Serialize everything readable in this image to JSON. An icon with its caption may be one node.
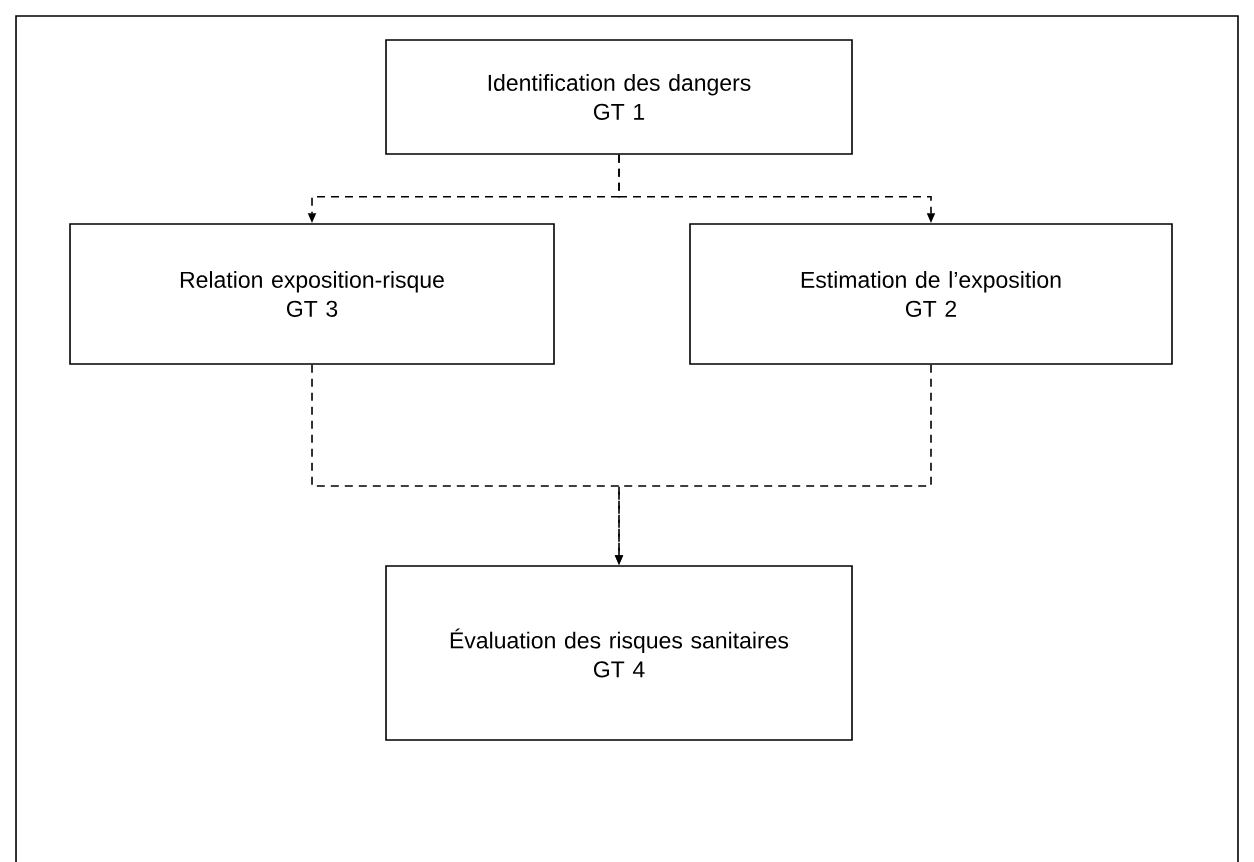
{
  "diagram": {
    "nodes": [
      {
        "text": [
          "Identification des dangers",
          "GT 1"
        ]
      },
      {
        "text": [
          "Relation exposition-risque",
          "GT 3"
        ]
      },
      {
        "text": [
          "Estimation de l’exposition",
          "GT 2"
        ]
      },
      {
        "text": [
          "Évaluation des risques sanitaires",
          "GT 4"
        ]
      }
    ],
    "edges": [
      {
        "from": 0,
        "to": 1,
        "arrow": "to",
        "style": "dashed"
      },
      {
        "from": 0,
        "to": 2,
        "arrow": "to",
        "style": "dashed"
      },
      {
        "from": 1,
        "to": 3,
        "arrow": "to",
        "style": "dashed"
      },
      {
        "from": 2,
        "to": 3,
        "arrow": "to",
        "style": "dashed"
      }
    ]
  }
}
